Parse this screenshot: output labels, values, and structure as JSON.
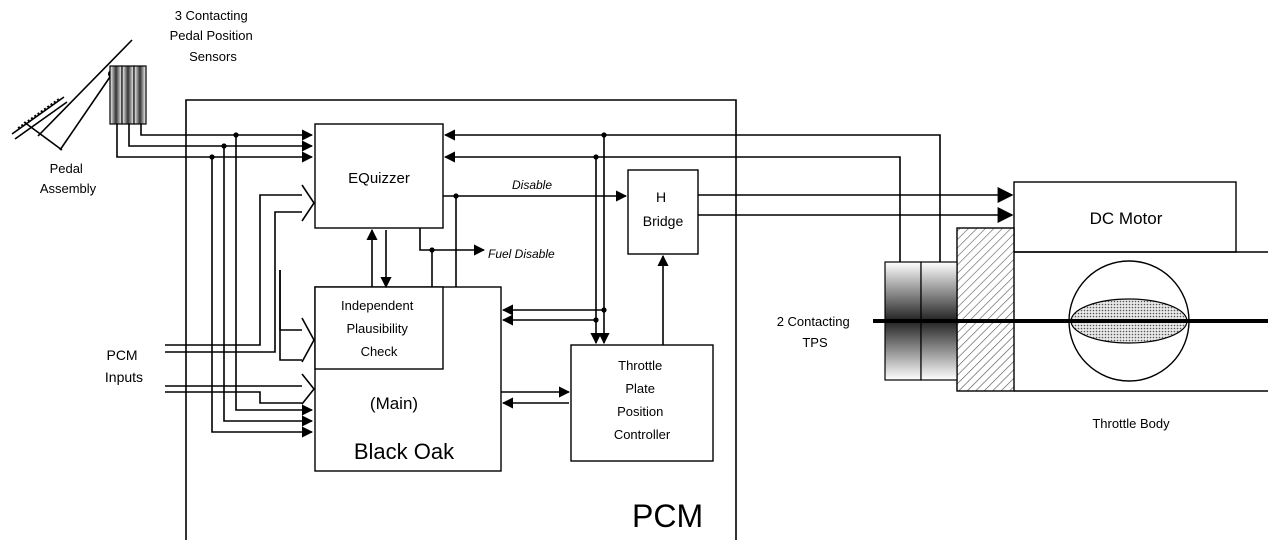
{
  "labels": {
    "pedal_sensors": [
      "3 Contacting",
      "Pedal Position",
      "Sensors"
    ],
    "pedal_assembly": [
      "Pedal",
      "Assembly"
    ],
    "pcm_inputs": [
      "PCM",
      "Inputs"
    ],
    "equizzer": "EQuizzer",
    "disable": "Disable",
    "fuel_disable": "Fuel Disable",
    "h_bridge": [
      "H",
      "Bridge"
    ],
    "plausibility": [
      "Independent",
      "Plausibility",
      "Check"
    ],
    "main": "(Main)",
    "black_oak": "Black Oak",
    "throttle_controller": [
      "Throttle",
      "Plate",
      "Position",
      "Controller"
    ],
    "pcm": "PCM",
    "dc_motor": "DC Motor",
    "tps": [
      "2 Contacting",
      "TPS"
    ],
    "throttle_body": "Throttle Body"
  }
}
